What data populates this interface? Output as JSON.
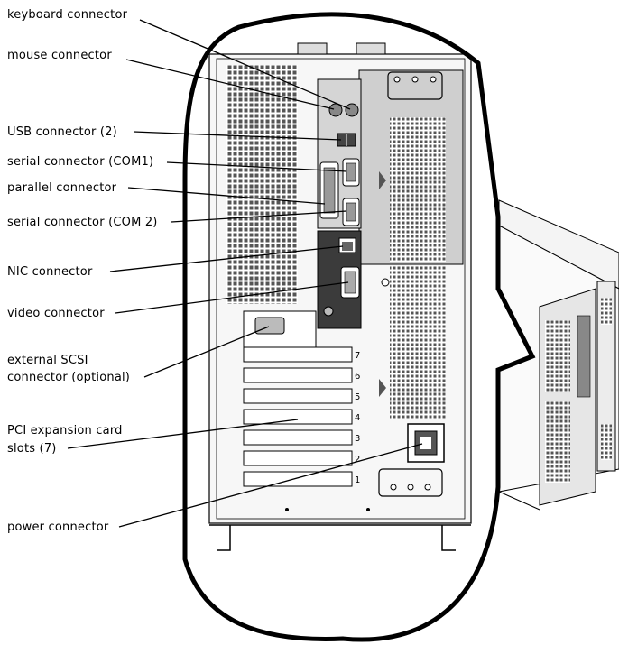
{
  "labels": {
    "keyboard": "keyboard connector",
    "mouse": "mouse connector",
    "usb": "USB connector (2)",
    "serial1": "serial connector (COM1)",
    "parallel": "parallel connector",
    "serial2": "serial connector (COM 2)",
    "nic": "NIC connector",
    "video": "video connector",
    "scsi_line1": "external SCSI",
    "scsi_line2": "connector (optional)",
    "pci_line1": "PCI expansion card",
    "pci_line2": "slots (7)",
    "power": "power connector"
  },
  "slot_numbers": [
    "7",
    "6",
    "5",
    "4",
    "3",
    "2",
    "1"
  ]
}
